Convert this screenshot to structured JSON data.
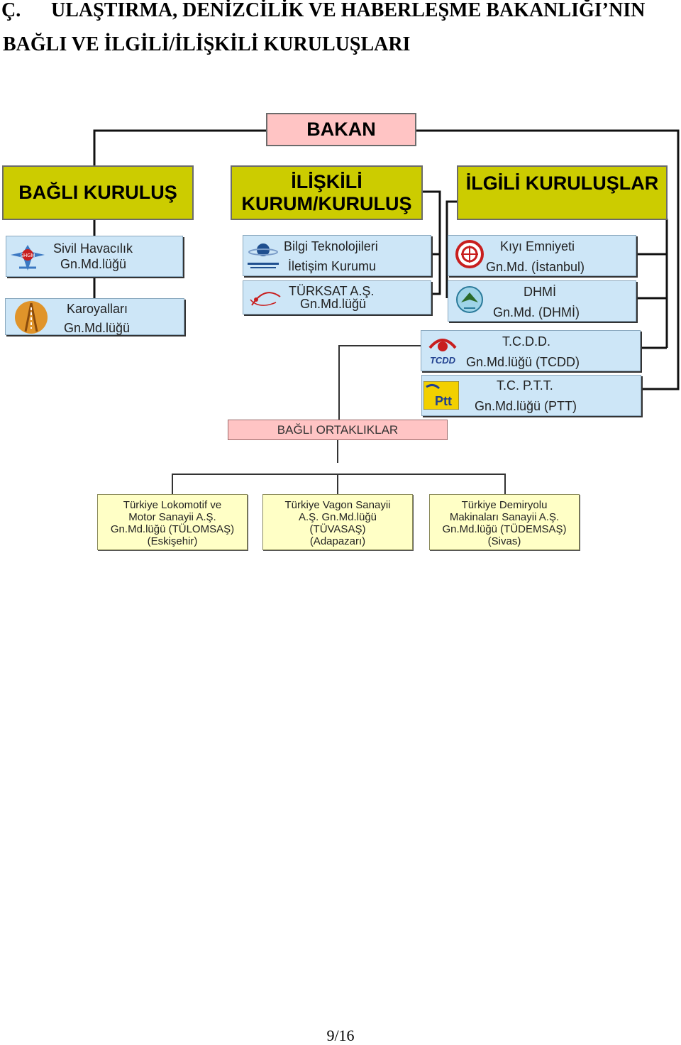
{
  "heading": {
    "number": "Ç.",
    "line1": "ULAŞTIRMA, DENİZCİLİK VE HABERLEŞME BAKANLIĞI’NIN",
    "line2": "BAĞLI VE İLGİLİ/İLİŞKİLİ KURULUŞLARI"
  },
  "chart": {
    "root": "BAKAN",
    "groups": {
      "bagli": "BAĞLI KURULUŞ",
      "iliskili": "İLİŞKİLİ KURUM/KURULUŞ",
      "ilgili": "İLGİLİ KURULUŞLAR"
    },
    "bagli_units": [
      {
        "line1": "Sivil Havacılık",
        "line2": "Gn.Md.lüğü",
        "logo": "shgm-logo-icon"
      },
      {
        "line1": "Karoyalları",
        "line2": "Gn.Md.lüğü",
        "logo": "kgm-logo-icon"
      }
    ],
    "iliskili_units": [
      {
        "line1": "Bilgi Teknolojileri",
        "line2": "İletişim Kurumu",
        "logo": "btk-logo-icon"
      },
      {
        "line1": "TÜRKSAT A.Ş.",
        "line2": "Gn.Md.lüğü",
        "logo": "turksat-logo-icon"
      }
    ],
    "ilgili_units": [
      {
        "line1": "Kıyı Emniyeti",
        "line2": "Gn.Md. (İstanbul)",
        "logo": "kiyi-emniyeti-logo-icon"
      },
      {
        "line1": "DHMİ",
        "line2": "Gn.Md. (DHMİ)",
        "logo": "dhmi-logo-icon"
      },
      {
        "line1": "T.C.D.D.",
        "line2": "Gn.Md.lüğü (TCDD)",
        "logo": "tcdd-logo-icon"
      },
      {
        "line1": "T.C. P.T.T.",
        "line2": "Gn.Md.lüğü (PTT)",
        "logo": "ptt-logo-icon"
      }
    ],
    "logo_text": {
      "tcdd": "TCDD",
      "ptt": "Ptt"
    },
    "subsidiaries_title": "BAĞLI ORTAKLIKLAR",
    "subsidiaries": [
      {
        "lines": [
          "Türkiye Lokomotif ve",
          "Motor Sanayii A.Ş.",
          "Gn.Md.lüğü (TÜLOMSAŞ)",
          "(Eskişehir)"
        ]
      },
      {
        "lines": [
          "Türkiye Vagon Sanayii",
          "A.Ş. Gn.Md.lüğü",
          "(TÜVASAŞ)",
          "(Adapazarı)"
        ]
      },
      {
        "lines": [
          "Türkiye Demiryolu",
          "Makinaları Sanayii A.Ş.",
          "Gn.Md.lüğü (TÜDEMSAŞ)",
          "(Sivas)"
        ]
      }
    ]
  },
  "footer": {
    "page": "9/16"
  },
  "colors": {
    "root_fill": "#ffc4c4",
    "group_fill": "#cccc00",
    "unit_fill": "#cde6f7",
    "subsidiary_fill": "#ffffc6"
  }
}
